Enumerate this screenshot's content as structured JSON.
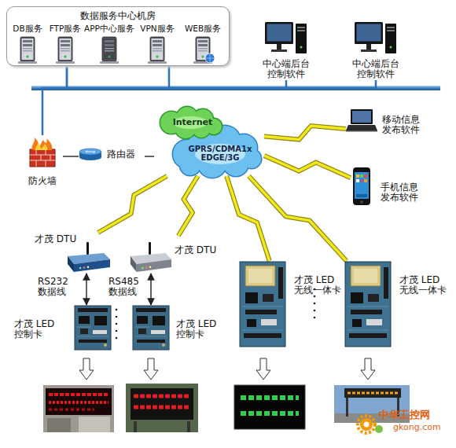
{
  "diagram": {
    "nodes": [
      {
        "text": [
          "数据服务中心机房"
        ]
      },
      {
        "text": [
          "DB服务"
        ],
        "in": 0
      },
      {
        "text": [
          "FTP服务"
        ],
        "in": 0
      },
      {
        "text": [
          "APP中心服务"
        ],
        "in": 0
      },
      {
        "text": [
          "VPN服务"
        ],
        "in": 0
      },
      {
        "text": [
          "WEB服务"
        ],
        "in": 0
      },
      {
        "text": [
          "中心端后台 控制软件"
        ]
      },
      {
        "text": [
          "中心端后台 控制软件"
        ]
      },
      {
        "text": [
          "防火墙"
        ]
      },
      {
        "text": [
          "路由器"
        ]
      },
      {
        "text": [
          "Internet",
          "GPRS/CDMA1x EDGE/3G"
        ]
      },
      {
        "text": [
          "移动信息 发布软件"
        ]
      },
      {
        "text": [
          "手机信息 发布软件"
        ]
      },
      {
        "text": [
          "才茂 DTU"
        ]
      },
      {
        "text": [
          "才茂 DTU"
        ]
      },
      {
        "text": [
          "才茂 LED 控制卡"
        ]
      },
      {
        "text": [
          "才茂 LED 控制卡"
        ]
      },
      {
        "text": [
          "才茂 LED 无线一体卡"
        ]
      },
      {
        "text": [
          "才茂 LED 无线一体卡"
        ]
      }
    ],
    "edges": [
      {
        "from": 0,
        "to": 6,
        "arrow": "none"
      },
      {
        "from": 0,
        "to": 7,
        "arrow": "none"
      },
      {
        "from": 8,
        "to": 0,
        "arrow": "none"
      },
      {
        "from": 8,
        "to": 9,
        "arrow": "none"
      },
      {
        "from": 9,
        "to": 10,
        "arrow": "none"
      },
      {
        "from": 10,
        "to": 11,
        "arrow": "none"
      },
      {
        "from": 10,
        "to": 12,
        "arrow": "none"
      },
      {
        "from": 10,
        "to": 13,
        "arrow": "none"
      },
      {
        "from": 10,
        "to": 14,
        "arrow": "none"
      },
      {
        "from": 10,
        "to": 17,
        "arrow": "none"
      },
      {
        "from": 10,
        "to": 18,
        "arrow": "none"
      },
      {
        "from": 13,
        "to": 15,
        "arrow": "both",
        "label": "RS232 数据线"
      },
      {
        "from": 14,
        "to": 16,
        "arrow": "both",
        "label": "RS485 数据线"
      }
    ],
    "labels": [
      "中华工控网",
      "gkong.com"
    ]
  }
}
